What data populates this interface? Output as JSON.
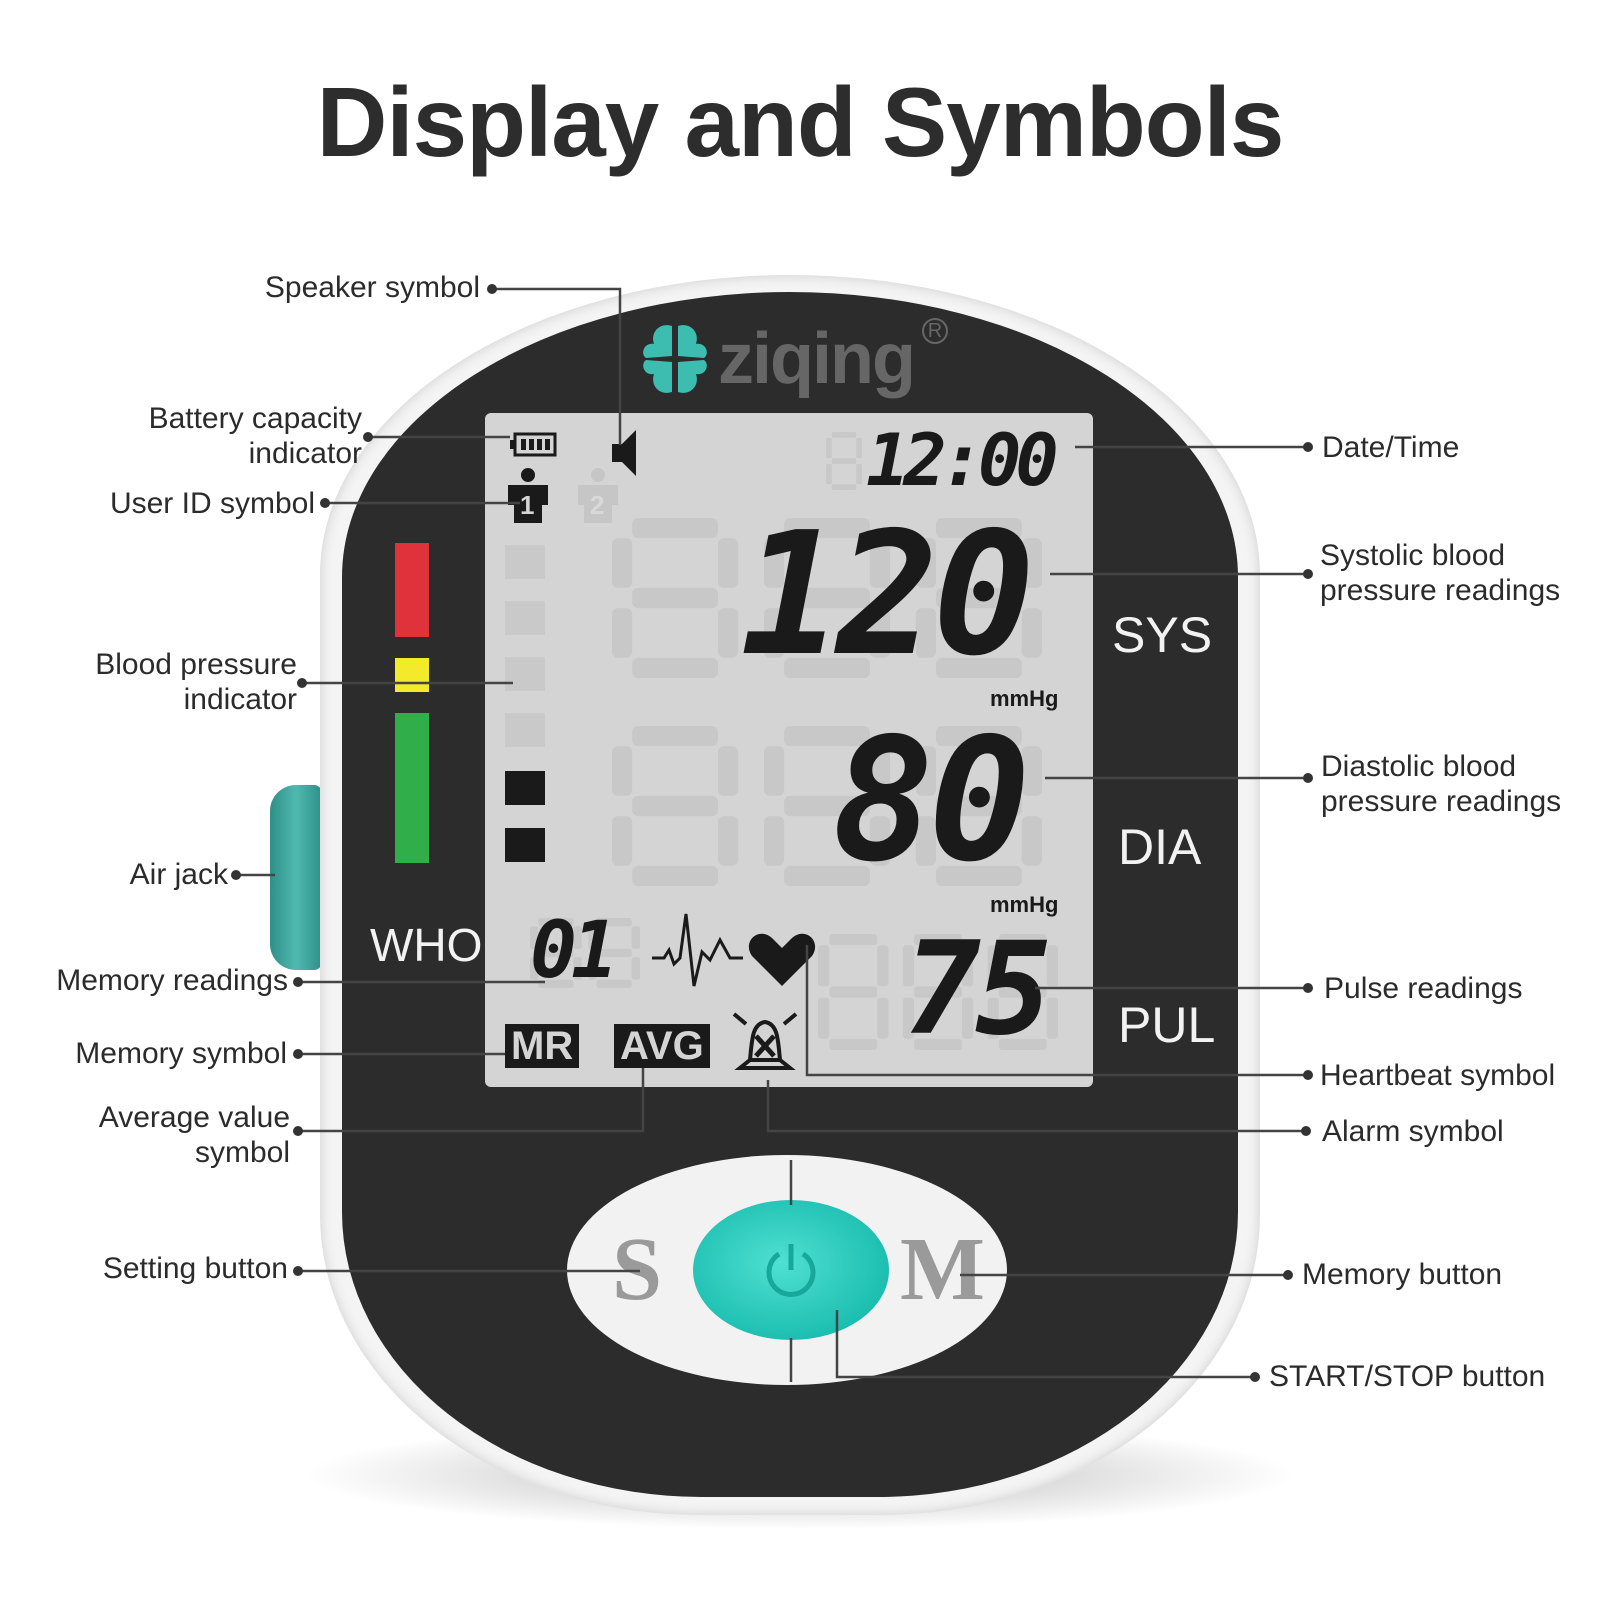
{
  "title": "Display and Symbols",
  "brand": {
    "name": "ziqing",
    "registered": "R",
    "color": "#3dbdb0"
  },
  "lcd": {
    "time": "12:00",
    "systolic": "120",
    "diastolic": "80",
    "pulse": "75",
    "memory_number": "01",
    "sys_label": "SYS",
    "dia_label": "DIA",
    "pul_label": "PUL",
    "unit": "mmHg",
    "who_label": "WHO",
    "mr_label": "MR",
    "avg_label": "AVG",
    "user_active": "1",
    "user_inactive": "2"
  },
  "indicator_colors": {
    "high": "#e0323a",
    "mid": "#f2ea2b",
    "normal": "#2fae4a"
  },
  "buttons": {
    "setting": "S",
    "memory": "M",
    "start_color": "#1dbfb1"
  },
  "callouts": {
    "speaker": "Speaker symbol",
    "battery_line1": "Battery capacity",
    "battery_line2": "indicator",
    "user_id": "User ID symbol",
    "bp_indicator_line1": "Blood pressure",
    "bp_indicator_line2": "indicator",
    "air_jack": "Air jack",
    "memory_readings": "Memory readings",
    "memory_symbol": "Memory symbol",
    "average_line1": "Average value",
    "average_line2": "symbol",
    "setting_button": "Setting button",
    "date_time": "Date/Time",
    "systolic_line1": "Systolic blood",
    "systolic_line2": "pressure readings",
    "diastolic_line1": "Diastolic blood",
    "diastolic_line2": "pressure readings",
    "pulse": "Pulse readings",
    "heartbeat": "Heartbeat symbol",
    "alarm": "Alarm symbol",
    "memory_button": "Memory button",
    "start_stop": "START/STOP button"
  }
}
